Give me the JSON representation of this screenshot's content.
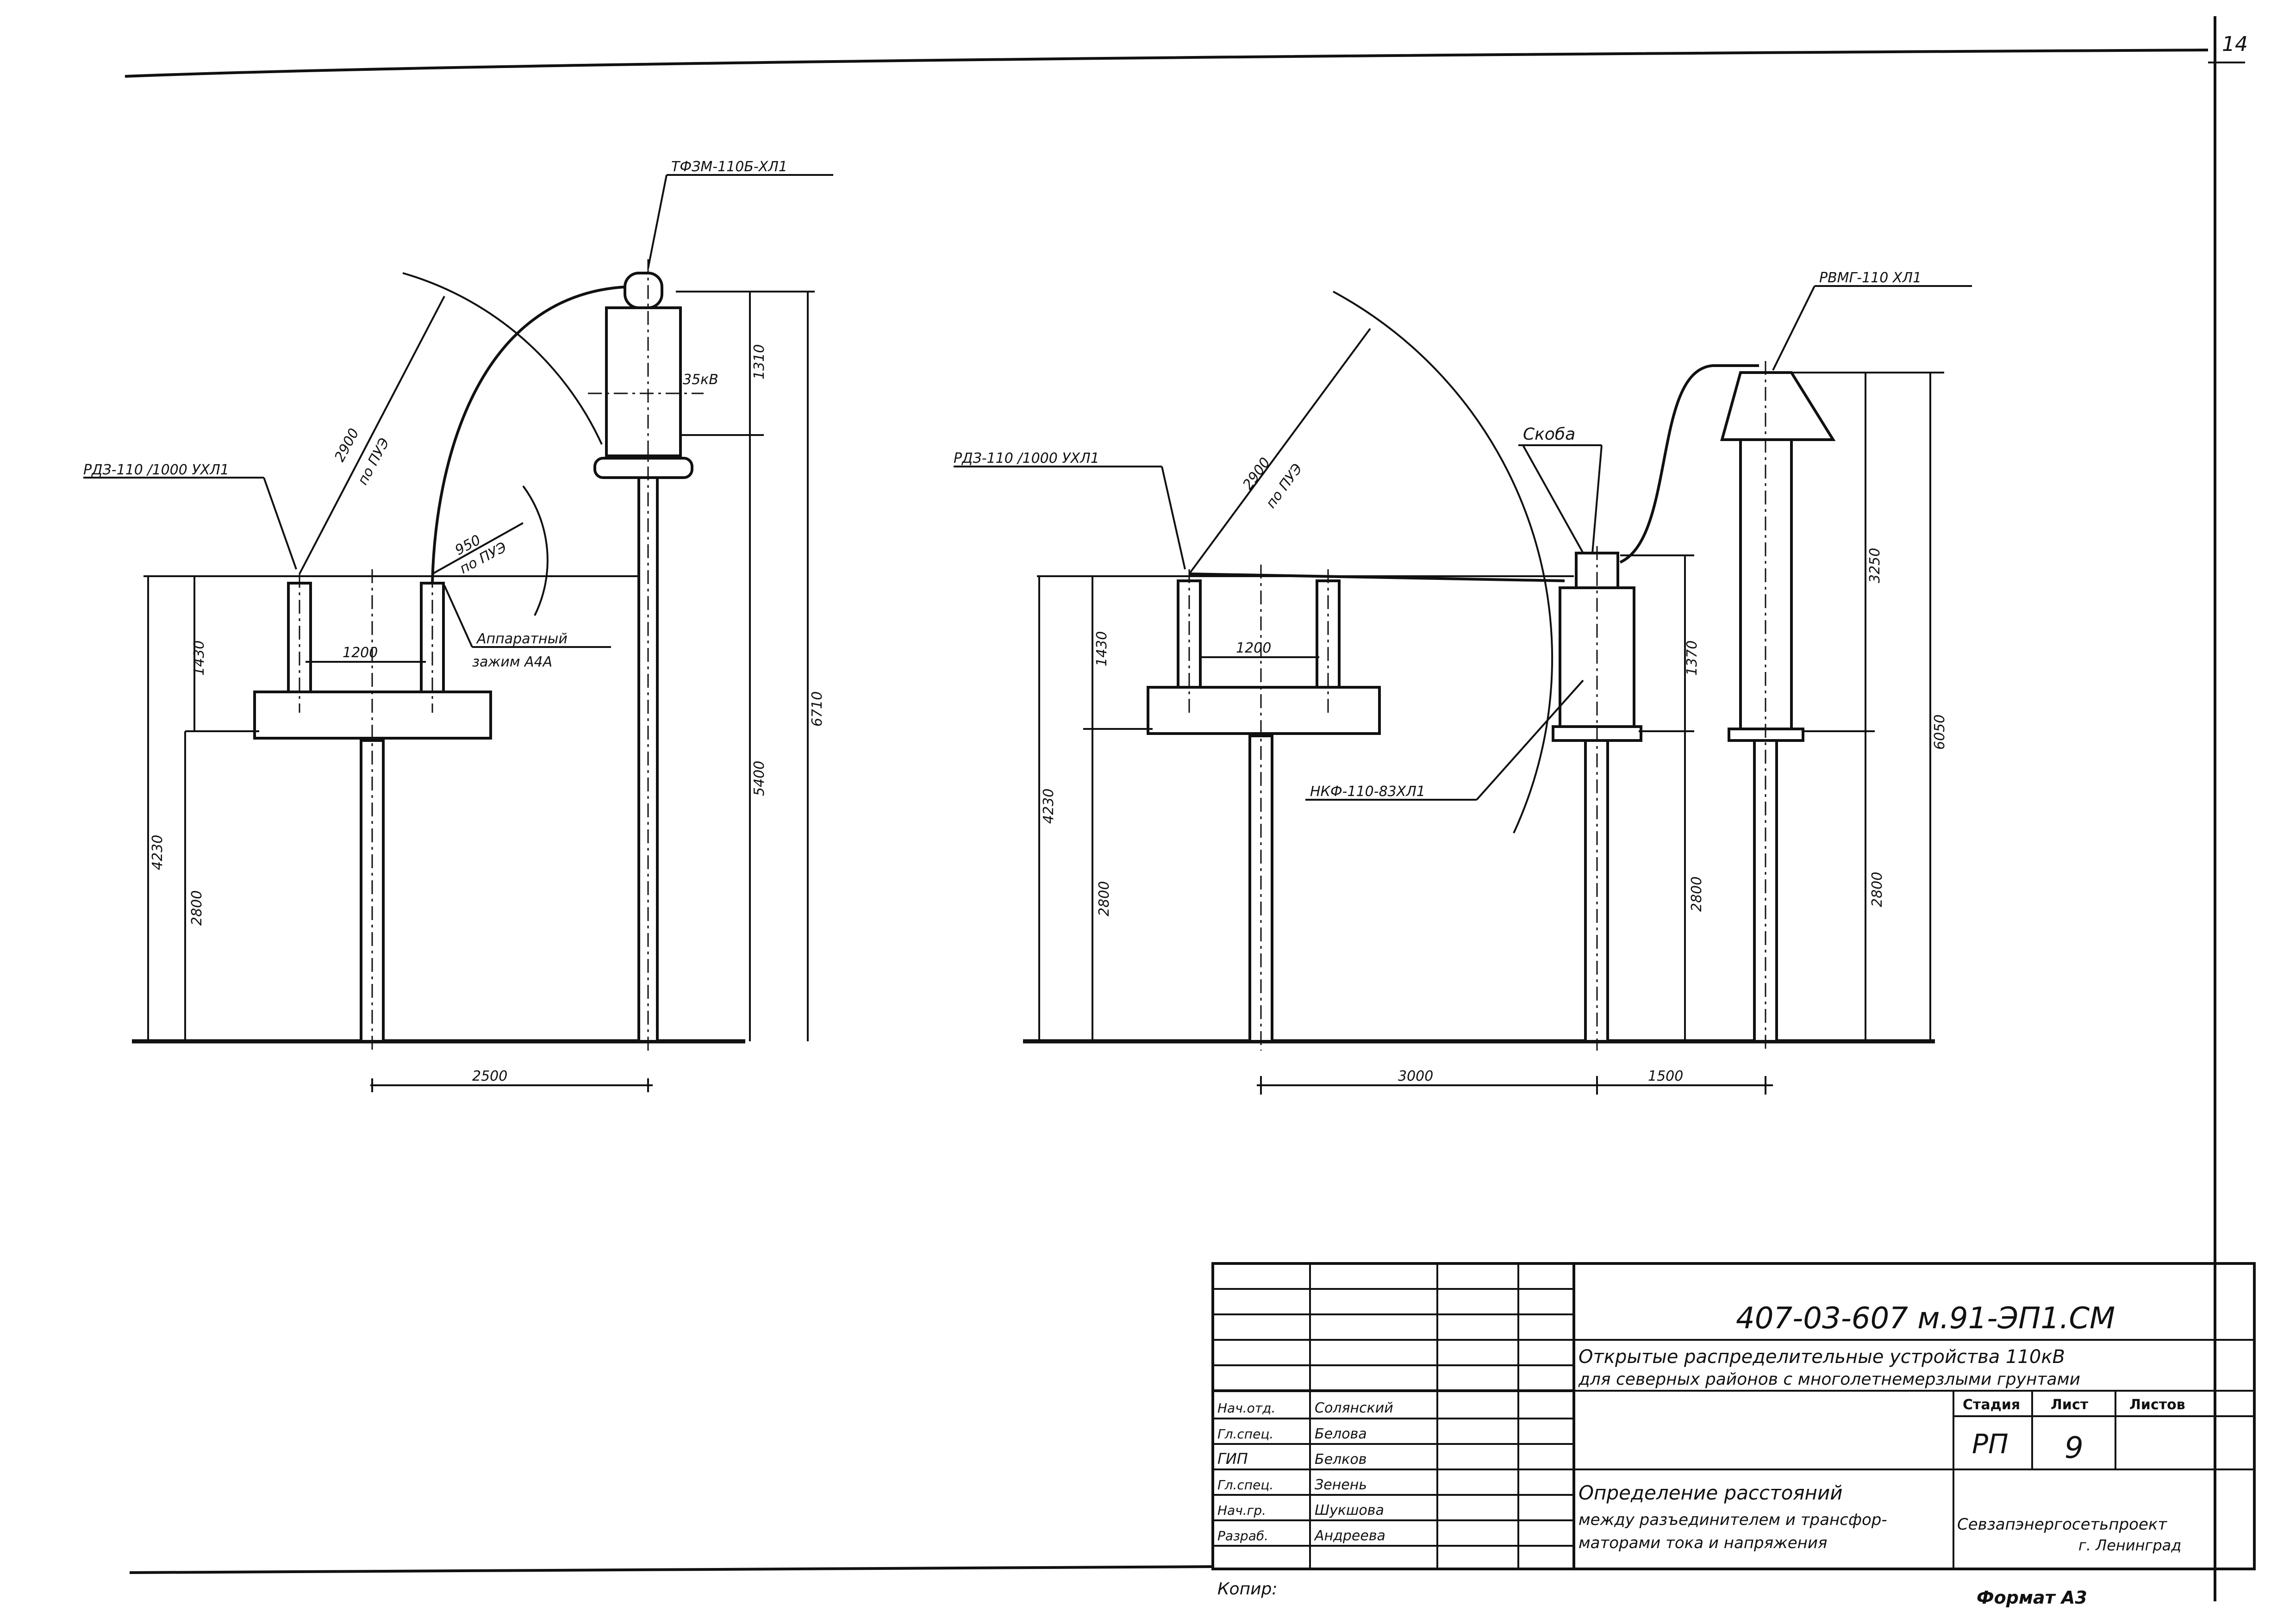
{
  "sheet_corner": "14",
  "left_view": {
    "labels": {
      "disconnector": "РДЗ-110 /1000 УХЛ1",
      "transformer": "ТФЗМ-110Б-ХЛ1",
      "voltage_mark": "35кВ",
      "clamp_line1": "Аппаратный",
      "clamp_line2": "зажим А4А"
    },
    "dims": {
      "arc_big": "2900",
      "arc_big_note": "по ПУЭ",
      "arc_small": "950",
      "arc_small_note": "по ПУЭ",
      "pole_spacing": "1200",
      "top_height": "1430",
      "total_height": "4230",
      "lower_height": "2800",
      "trans_body": "1310",
      "trans_base": "5400",
      "trans_total": "6710",
      "horizontal": "2500"
    }
  },
  "right_view": {
    "labels": {
      "disconnector": "РДЗ-110 /1000 УХЛ1",
      "arrester": "РВМГ-110 ХЛ1",
      "bracket": "Скоба",
      "capacitor": "НКФ-110-83ХЛ1"
    },
    "dims": {
      "arc_big": "2900",
      "arc_big_note": "по ПУЭ",
      "pole_spacing": "1200",
      "top_height": "1430",
      "total_height": "4230",
      "lower_height_left": "2800",
      "cap_body": "1370",
      "lower_height_mid": "2800",
      "arrester_h": "3250",
      "lower_height_right": "2800",
      "right_total": "6050",
      "horizontal_1": "3000",
      "horizontal_2": "1500"
    }
  },
  "title_block": {
    "doc_number": "407-03-607 м.91-ЭП1.СМ",
    "project_title_1": "Открытые распределительные устройства 110кВ",
    "project_title_2": "для северных районов с многолетнемерзлыми грунтами",
    "sheet_title_1": "Определение расстояний",
    "sheet_title_2": "между разъединителем и трансфор-",
    "sheet_title_3": "маторами тока и напряжения",
    "stage_header": "Стадия",
    "sheet_header": "Лист",
    "sheets_header": "Листов",
    "stage": "РП",
    "sheet": "9",
    "sheets": "",
    "organization_1": "Севзапэнергосетьпроект",
    "organization_2": "г. Ленинград",
    "staff": [
      {
        "role": "Нач.отд.",
        "name": "Солянский"
      },
      {
        "role": "Гл.спец.",
        "name": "Белова"
      },
      {
        "role": "ГИП",
        "name": "Белков"
      },
      {
        "role": "Гл.спец.",
        "name": "Зенень"
      },
      {
        "role": "Нач.гр.",
        "name": "Шукшова"
      },
      {
        "role": "Разраб.",
        "name": "Андреева"
      }
    ]
  },
  "footer": {
    "copied": "Копир:",
    "format": "Формат А3"
  }
}
